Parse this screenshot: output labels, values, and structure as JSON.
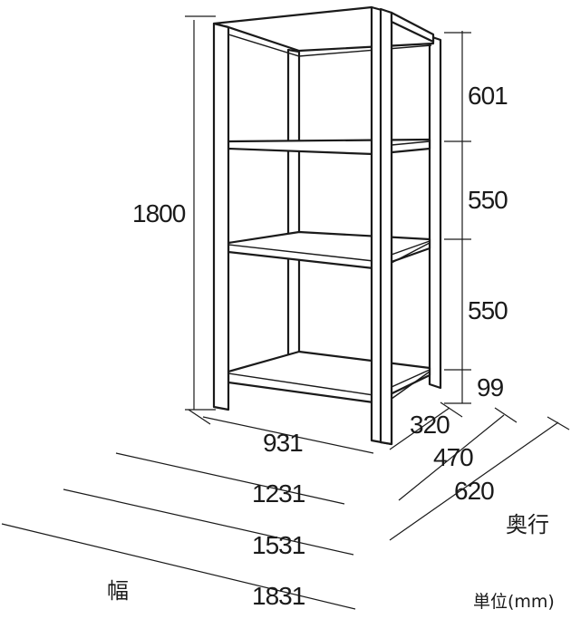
{
  "height_total": "1800",
  "shelf_spacings": [
    "601",
    "550",
    "550",
    "99"
  ],
  "depths": [
    "320",
    "470",
    "620"
  ],
  "widths": [
    "931",
    "1231",
    "1531",
    "1831"
  ],
  "labels": {
    "width": "幅",
    "depth": "奥行",
    "unit": "単位(mm)"
  }
}
